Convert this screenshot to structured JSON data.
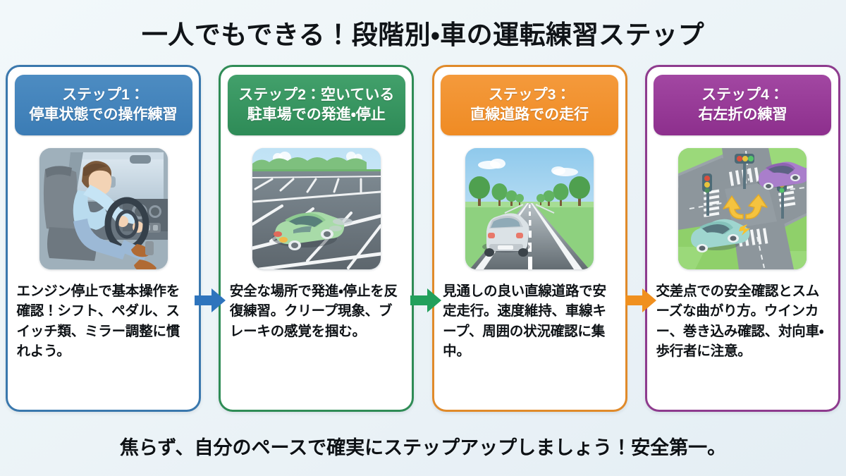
{
  "title": "一人でもできる！段階別・車の運転練習ステップ",
  "background_color": "#eef5f8",
  "cards": [
    {
      "id": "step-1",
      "accent_color": "#3b7cb5",
      "header_line1": "ステップ1：",
      "header_line2": "停車状態での操作練習",
      "illustration": "driver-at-steering-wheel-illustration",
      "body": "エンジン停止で基本操作を確認！シフト、ペダル、スイッチ類、ミラー調整に慣れよう。"
    },
    {
      "id": "step-2",
      "accent_color": "#2e8b57",
      "header_line1": "ステップ2：空いている",
      "header_line2": "駐車場での発進・停止",
      "illustration": "empty-parking-lot-with-car-illustration",
      "body": "安全な場所で発進・停止を反復練習。クリープ現象、ブレーキの感覚を掴む。"
    },
    {
      "id": "step-3",
      "accent_color": "#ef8b24",
      "header_line1": "ステップ3：",
      "header_line2": "直線道路での走行",
      "illustration": "straight-road-driving-illustration",
      "body": "見通しの良い直線道路で安定走行。速度維持、車線キープ、周囲の状況確認に集中。"
    },
    {
      "id": "step-4",
      "accent_color": "#8d2f8d",
      "header_line1": "ステップ4：",
      "header_line2": "右左折の練習",
      "illustration": "intersection-turning-illustration",
      "body": "交差点での安全確認とスムーズな曲がり方。ウインカー、巻き込み確認、対向車・歩行者に注意。"
    }
  ],
  "arrows": [
    {
      "id": "arrow-1-to-2",
      "icon": "right-arrow-icon",
      "color": "#2e74bd"
    },
    {
      "id": "arrow-2-to-3",
      "icon": "right-arrow-icon",
      "color": "#22a05c"
    },
    {
      "id": "arrow-3-to-4",
      "icon": "right-arrow-icon",
      "color": "#f0901f"
    }
  ],
  "footer": "焦らず、自分のペースで確実にステップアップしましょう！安全第一。"
}
